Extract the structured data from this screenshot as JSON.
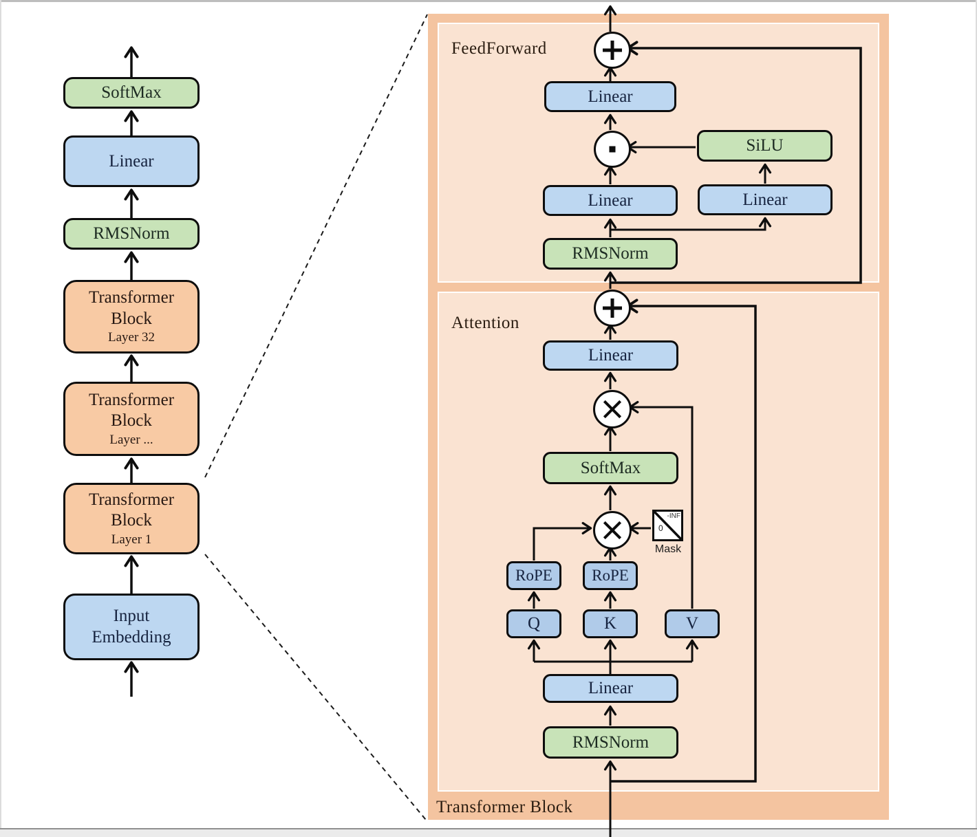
{
  "stack": {
    "blocks": [
      {
        "label": "SoftMax"
      },
      {
        "label": "Linear"
      },
      {
        "label": "RMSNorm"
      },
      {
        "line1": "Transformer",
        "line2": "Block",
        "sub": "Layer 32"
      },
      {
        "line1": "Transformer",
        "line2": "Block",
        "sub": "Layer ..."
      },
      {
        "line1": "Transformer",
        "line2": "Block",
        "sub": "Layer 1"
      },
      {
        "line1": "Input",
        "line2": "Embedding"
      }
    ]
  },
  "panel": {
    "title": "Transformer Block",
    "feedforward": {
      "label": "FeedForward",
      "linear_out": "Linear",
      "silu": "SiLU",
      "linear_gate": "Linear",
      "linear_up": "Linear",
      "rmsnorm": "RMSNorm"
    },
    "attention": {
      "label": "Attention",
      "linear_out": "Linear",
      "softmax": "SoftMax",
      "mask": {
        "zero": "0",
        "neg_inf": "-INF",
        "label": "Mask"
      },
      "rope_q": "RoPE",
      "rope_k": "RoPE",
      "q": "Q",
      "k": "K",
      "v": "V",
      "linear_in": "Linear",
      "rmsnorm": "RMSNorm"
    }
  },
  "colors": {
    "panel_outer": "#f4c4a0",
    "panel_inner": "#fae3d2",
    "box_green": "#c8e3b8",
    "box_blue": "#bdd7f1",
    "box_blue_dark": "#b0cbe9",
    "box_orange": "#f8caa4",
    "line": "#0e0e0e"
  }
}
